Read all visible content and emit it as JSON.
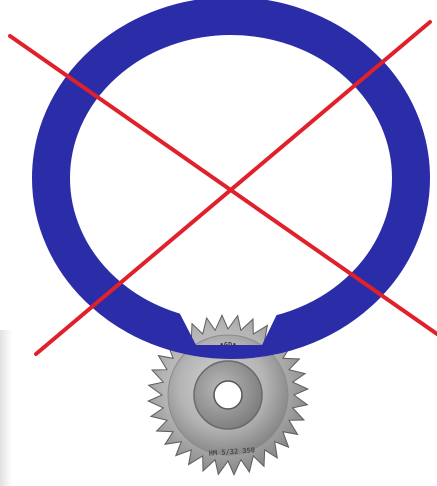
{
  "colors": {
    "background": "#ffffff",
    "ring": "#2b2ca8",
    "cross": "#e0202a",
    "blade_light": "#c9c9c9",
    "blade_mid": "#a8a8a8",
    "blade_dark": "#6e6e6e",
    "hub": "#8f8f8f",
    "bore": "#ffffff"
  },
  "icons": {
    "ring": "ring-icon",
    "cross": "prohibition-cross-icon",
    "blade": "saw-blade-icon"
  },
  "blade": {
    "tooth_count": 32,
    "marking_top": "•GD•",
    "marking_bottom": "HM 5/32 350"
  }
}
